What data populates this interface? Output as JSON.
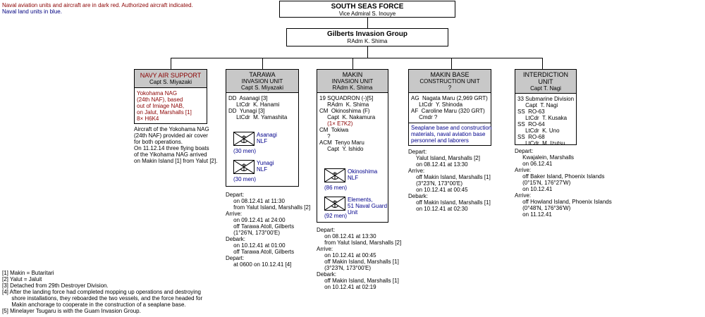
{
  "legend": {
    "line1": "Naval aviation units and aircraft are in dark red. Authorized aircraft indicated.",
    "line2": "Naval land units in blue."
  },
  "top": {
    "title": "SOUTH SEAS FORCE",
    "commander": "Vice Admiral S. Inouye"
  },
  "group": {
    "title": "Gilberts Invasion Group",
    "commander": "RAdm  K. Shima"
  },
  "air": {
    "title": "NAVY AIR SUPPORT",
    "commander": "Capt  S. Miyazaki",
    "lines": [
      "Yokohama NAG",
      "(24th NAF), based",
      "out of Imiage NAB,",
      "on Jalut, Marshalls [1]",
      "8× H6K4"
    ],
    "notes": [
      "Aircraft of the Yokohama NAG",
      "(24th NAF) provided air cover",
      "for both operations.",
      "On 11.12.14 three flying boats",
      "of the Yikohama NAG arrived",
      "on Makin Island [1] from Yalut [2]."
    ]
  },
  "tarawa": {
    "title1": "TARAWA",
    "title2": "INVASION UNIT",
    "commander": "Capt  S. Miyazaki",
    "lines": [
      "DD  Asanagi [3]",
      "     LtCdr  K. Hanami",
      "DD  Yunagi [3]",
      "     LtCdr  M. Yamashita"
    ],
    "unit1": {
      "name": "Asanagi\nNLF",
      "men": "(30 men)"
    },
    "unit2": {
      "name": "Yunagi\nNLF",
      "men": "(30 men)"
    },
    "notes": [
      "Depart:",
      "     on 08.12.41 at 11:30",
      "     from Yalut Island, Marshalls [2]",
      "Arrive:",
      "     on 09.12.41 at 24:00",
      "     off Tarawa Atoll, Gilberts",
      "     (1°26'N, 173°00'E)",
      "Debark:",
      "     on 10.12.41 at 01:00",
      "     off Tarawa Atoll, Gilberts",
      "Depart:",
      "     at 0600 on 10.12.41 [4]"
    ]
  },
  "makin": {
    "title1": "MAKIN",
    "title2": "INVASION UNIT",
    "commander": "RAdm  K. Shima",
    "lines": [
      "19 SQUADRON (-)[5]",
      "     RAdm  K. Shima",
      "CM  Okinoshima (F)",
      "     Capt  K. Nakamura",
      "     (1× E7K2)",
      "CM  Tokiwa",
      "     ?",
      "ACM  Tenyo Maru",
      "     Capt  Y. Ishido"
    ],
    "unit1": {
      "name": "Okinoshima\nNLF",
      "men": "(86 men)"
    },
    "unit2": {
      "name": "Elements,\n51 Naval Guard\nUnit",
      "men": "(92 men)"
    },
    "notes": [
      "Depart:",
      "     on 08.12.41 at 13:30",
      "     from Yalut Island, Marshalls [2]",
      "Arrive:",
      "     on 10.12.41 at 00:45",
      "     off Makin Island, Marshalls [1]",
      "     (3°23'N, 173°00'E)",
      "Debark:",
      "     off Makin Island, Marshalls [1]",
      "     on 10.12.41 at 02:19"
    ]
  },
  "base": {
    "title1": "MAKIN BASE",
    "title2": "CONSTRUCTION UNIT",
    "commander": "?",
    "lines": [
      "AG  Nagata Maru (2,969 GRT)",
      "     LtCdr  Y. Shinoda",
      "AF  Caroline Maru (320 GRT)",
      "     Cmdr ?"
    ],
    "blue_lines": [
      "Seaplane base and construction",
      "materials, naval aviation base",
      "personnel and laborers"
    ],
    "notes": [
      "Depart:",
      "     Yalut Island, Marshalls [2]",
      "     on 08.12.41 at 13:30",
      "Arrive:",
      "     off Makin Island, Marshalls [1]",
      "     (3°23'N, 173°00'E)",
      "     on 10.12.41 at 00:45",
      "Debark:",
      "     off Makin Island, Marshalls [1]",
      "     on 10.12.41 at 02:30"
    ]
  },
  "interdiction": {
    "title": "INTERDICTION UNIT",
    "commander": "Capt  T. Nagi",
    "lines": [
      "33 Submarine Division",
      "     Capt  T. Nagi",
      "SS  RO-63",
      "     LtCdr  T. Kusaka",
      "SS  RO-64",
      "     LtCdr  K. Uno",
      "SS  RO-68",
      "     LtCdr  M. Izutsu"
    ],
    "notes": [
      "Depart:",
      "     Kwajalein, Marshalls",
      "     on 06.12.41",
      "Arrive:",
      "     off Baker Island, Phoenix Islands",
      "     (0°15'N, 176°27'W)",
      "     on 10.12.41",
      "Arrive:",
      "     off Howland Island, Phoenix Islands",
      "     (0°48'N, 176°36'W)",
      "     on 11.12.41"
    ]
  },
  "footnotes": [
    "[1] Makin = Butaritari",
    "[2] Yalut = Jaluit",
    "[3] Detached from 29th Destroyer Division.",
    "[4] After the landing force had completed mopping up operations and destroying",
    "      shore installations, they reboarded the two vessels, and the force headed for",
    "      Makin anchorage to cooperate in the construction of a seaplane base.",
    "[5] Minelayer Tsugaru is with the Guam Invasion Group."
  ],
  "colors": {
    "aviation": "#8b0000",
    "land": "#00008b",
    "header": "#c8c8c8"
  }
}
